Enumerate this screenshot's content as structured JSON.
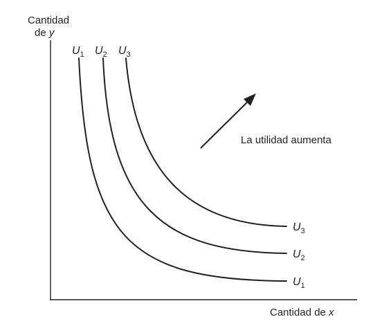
{
  "y_axis": {
    "label_line1": "Cantidad",
    "label_line2_prefix": "de ",
    "label_line2_var": "y"
  },
  "x_axis": {
    "label_prefix": "Cantidad de ",
    "label_var": "x"
  },
  "annotation": {
    "text": "La utilidad aumenta",
    "direction": "upper-right"
  },
  "curves": [
    {
      "letter": "U",
      "subscript": "1"
    },
    {
      "letter": "U",
      "subscript": "2"
    },
    {
      "letter": "U",
      "subscript": "3"
    }
  ],
  "colors": {
    "ink": "#231f20",
    "background": "#ffffff"
  }
}
